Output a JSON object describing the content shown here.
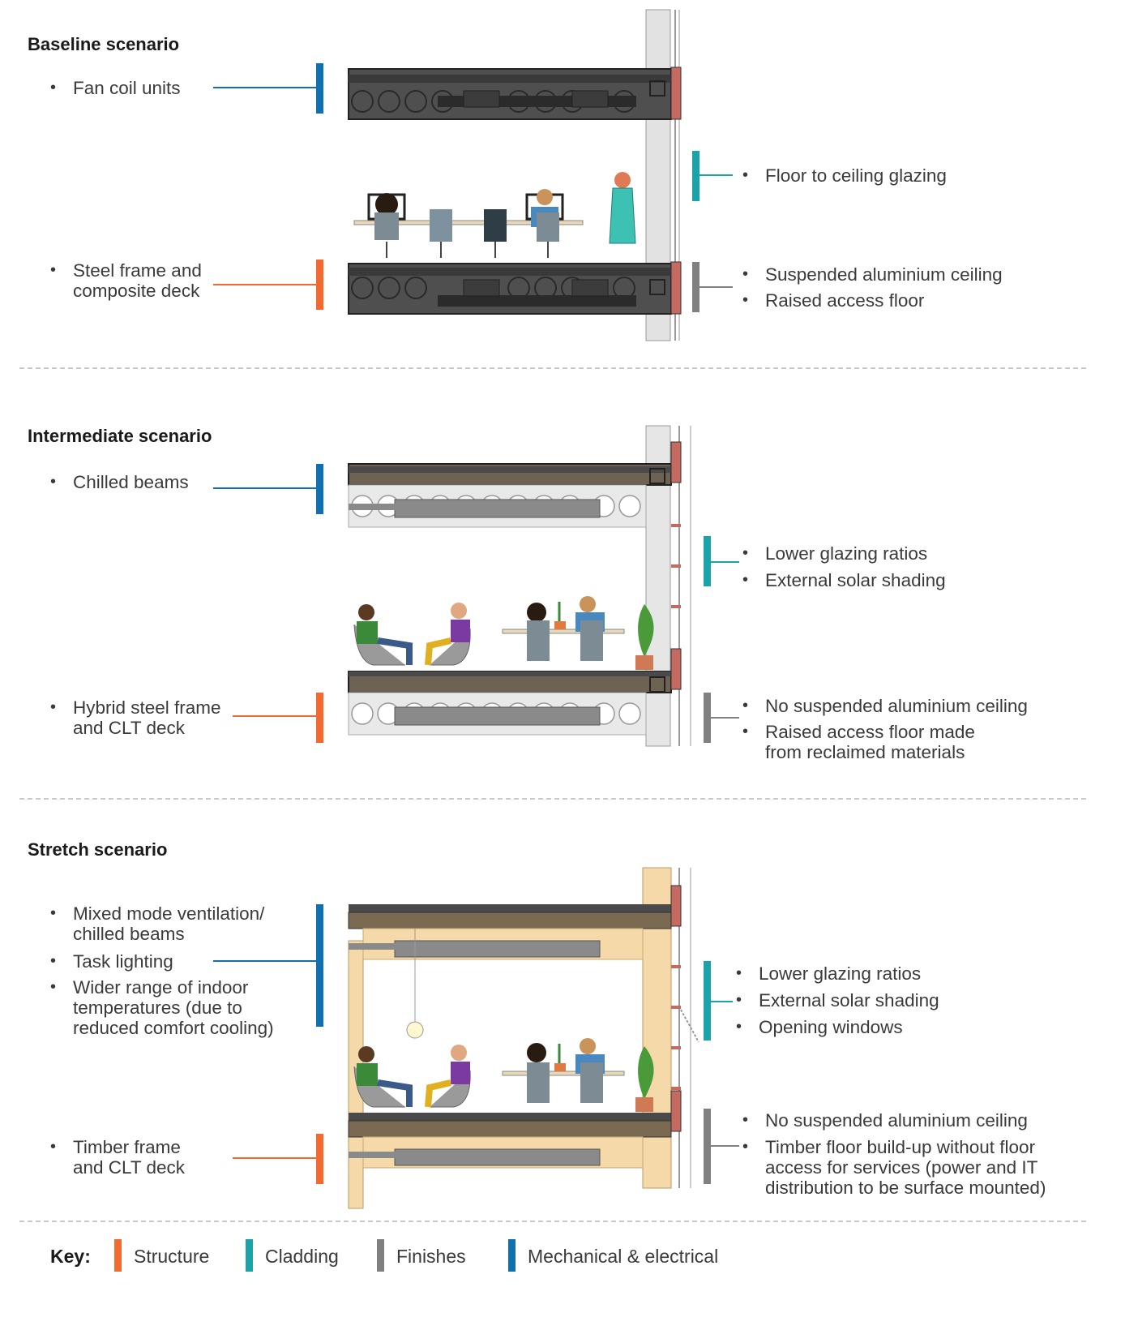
{
  "colors": {
    "structure": "#f26a2f",
    "cladding": "#1aa3a9",
    "finishes": "#808080",
    "mechanical": "#1070b0",
    "dark_slab": "#4a4a4a",
    "timber": "#f5d9a8",
    "timber_slab": "#7a6a52",
    "facade_red": "#c46a60"
  },
  "baseline": {
    "title": "Baseline  scenario",
    "mechanical": [
      "Fan coil units"
    ],
    "structure": [
      "Steel frame and",
      "composite deck"
    ],
    "cladding": [
      "Floor to ceiling glazing"
    ],
    "finishes": [
      "Suspended aluminium ceiling",
      "Raised access floor"
    ]
  },
  "intermediate": {
    "title": "Intermediate scenario",
    "mechanical": [
      "Chilled beams"
    ],
    "structure": [
      "Hybrid steel frame",
      "and CLT deck"
    ],
    "cladding": [
      "Lower glazing ratios",
      "External solar shading"
    ],
    "finishes": [
      "No suspended aluminium ceiling",
      "Raised access floor made",
      "from reclaimed materials"
    ]
  },
  "stretch": {
    "title": "Stretch scenario",
    "mechanical": [
      "Mixed mode ventilation/",
      "chilled beams",
      "Task lighting",
      "Wider range of indoor",
      "temperatures (due to",
      "reduced comfort cooling)"
    ],
    "structure": [
      "Timber frame",
      "and CLT deck"
    ],
    "cladding": [
      "Lower glazing ratios",
      "External solar shading",
      "Opening windows"
    ],
    "finishes": [
      "No suspended aluminium ceiling",
      "Timber floor build-up without floor",
      "access for services (power and IT",
      "distribution to be surface mounted)"
    ]
  },
  "key": {
    "label": "Key:",
    "structure": "Structure",
    "cladding": "Cladding",
    "finishes": "Finishes",
    "mechanical": "Mechanical & electrical"
  }
}
